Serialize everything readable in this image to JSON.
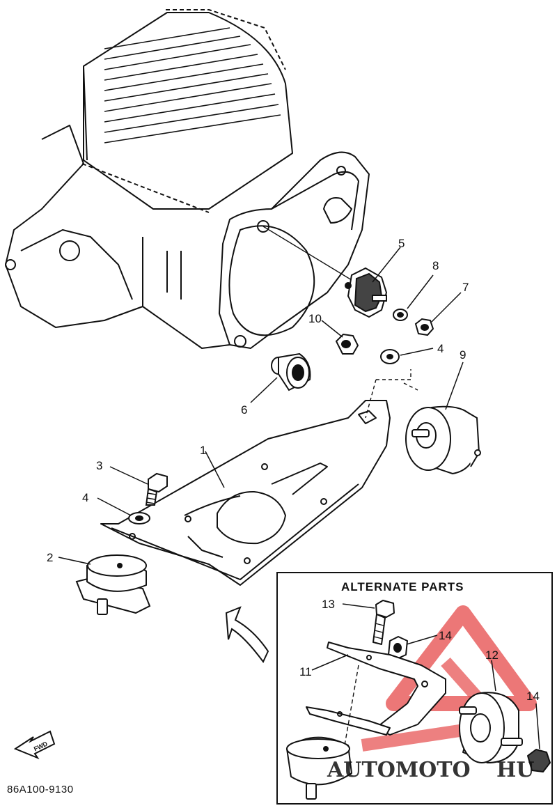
{
  "labels": [
    "1",
    "2",
    "3",
    "4",
    "4",
    "5",
    "6",
    "7",
    "8",
    "9",
    "10",
    "11",
    "12",
    "13",
    "14",
    "14"
  ],
  "alternate": {
    "title": "ALTERNATE PARTS"
  },
  "fwd": "FWD",
  "diagram_code": "86A100-9130",
  "watermark": {
    "text_left": "AUTOMOTO",
    "text_right": "HU",
    "color_red": "#e64a4a",
    "color_gold": "#e8b33a"
  },
  "colors": {
    "line": "#111111",
    "background": "#ffffff"
  }
}
